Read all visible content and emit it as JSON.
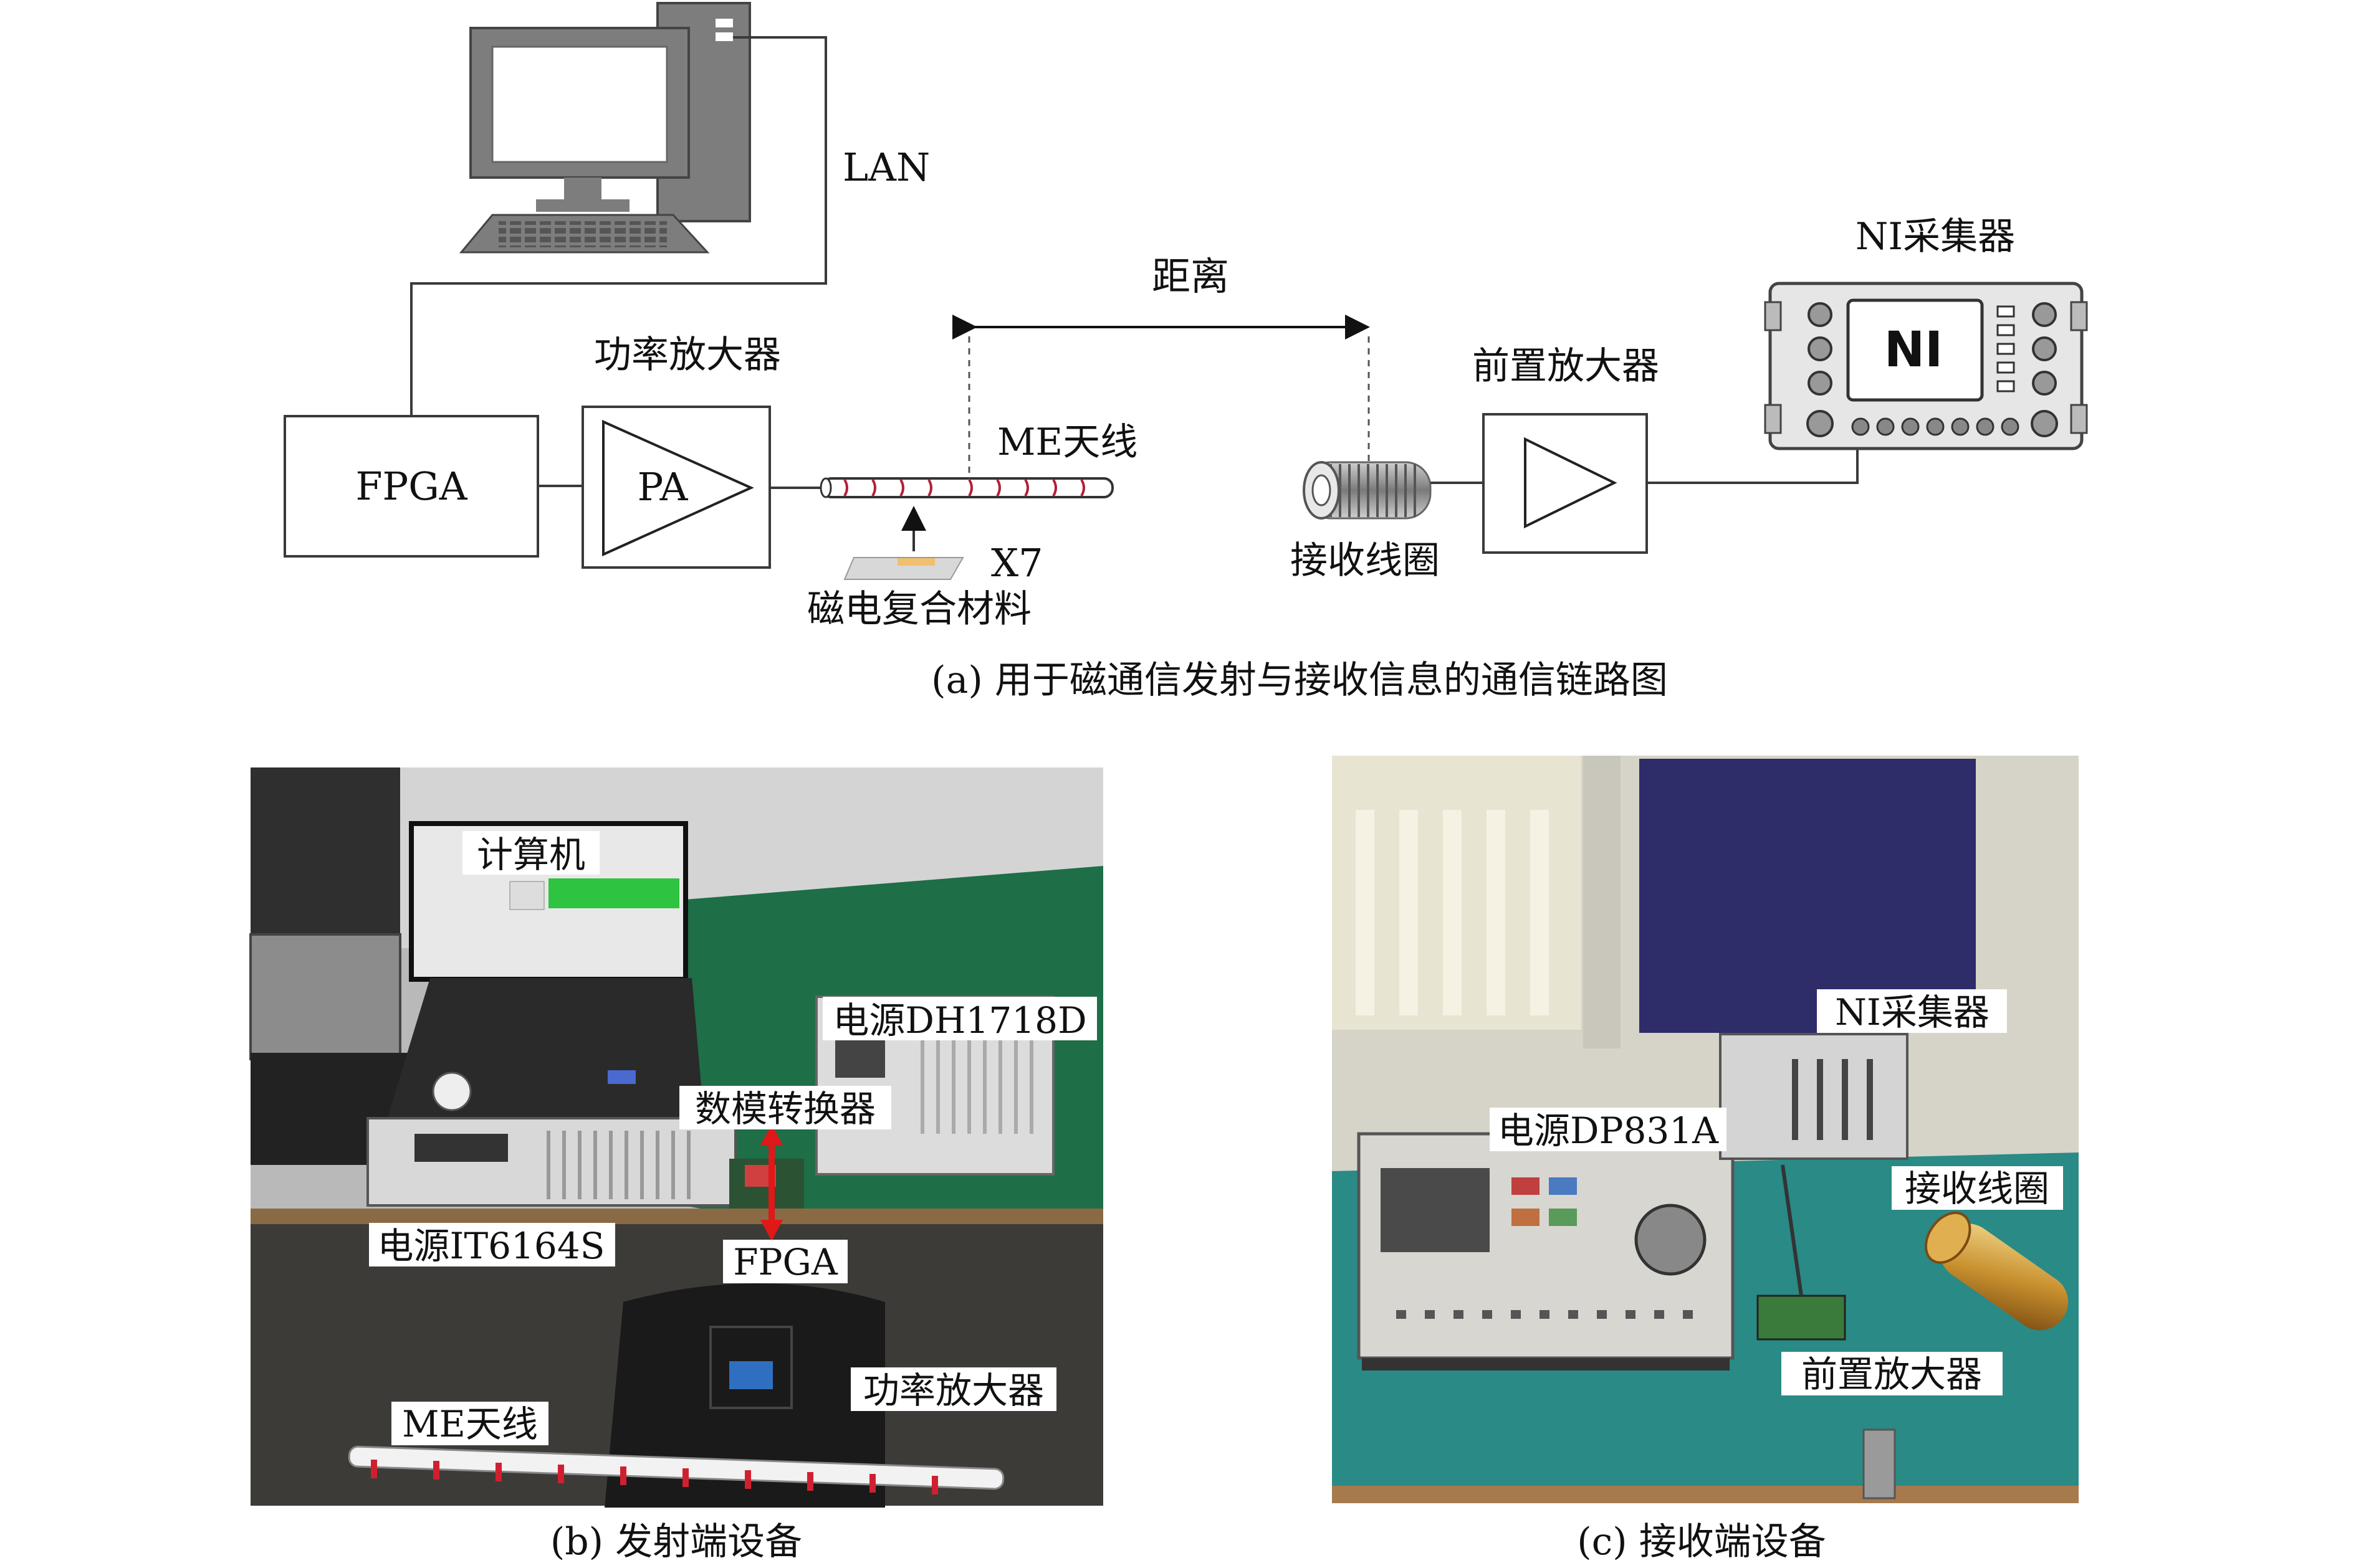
{
  "diagram": {
    "lan_label": "LAN",
    "distance_label": "距离",
    "ni_label": "NI采集器",
    "ni_logo": "NI",
    "fpga_label": "FPGA",
    "pa_title": "功率放大器",
    "pa_label": "PA",
    "me_antenna_label": "ME天线",
    "x7_label": "X7",
    "composite_label": "磁电复合材料",
    "preamp_title": "前置放大器",
    "coil_label": "接收线圈",
    "caption_a": "(a) 用于磁通信发射与接收信息的通信链路图"
  },
  "photo_b": {
    "computer": "计算机",
    "psu_dh": "电源DH1718D",
    "dac": "数模转换器",
    "psu_it": "电源IT6164S",
    "fpga": "FPGA",
    "power_amp": "功率放大器",
    "me_antenna": "ME天线",
    "caption": "(b) 发射端设备"
  },
  "photo_c": {
    "ni": "NI采集器",
    "psu_dp": "电源DP831A",
    "coil": "接收线圈",
    "preamp": "前置放大器",
    "caption": "(c) 接收端设备"
  },
  "colors": {
    "line": "#3a3a3a",
    "antenna_stripe": "#b0203a",
    "bench_green": "#1e6e47",
    "arrow_red": "#e01818"
  }
}
